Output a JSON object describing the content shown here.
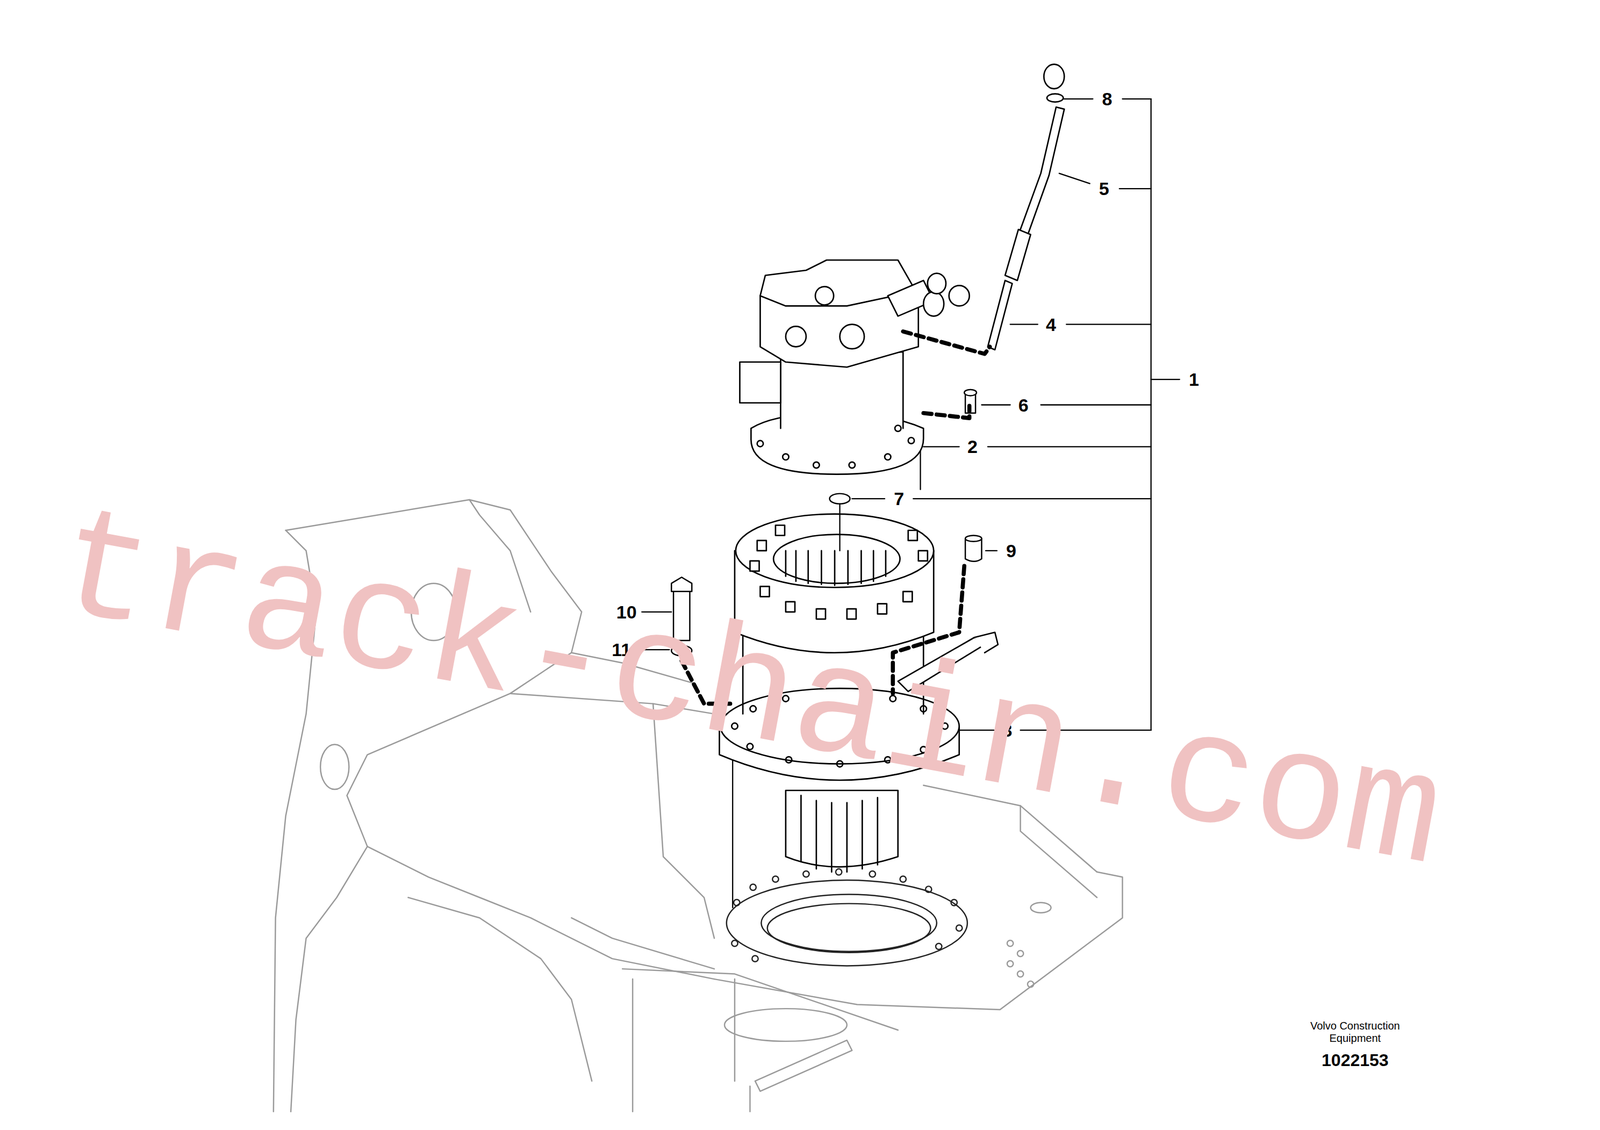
{
  "diagram": {
    "labels": [
      "8",
      "5",
      "4",
      "1",
      "6",
      "2",
      "7",
      "9",
      "10",
      "11",
      "3",
      "track-chain.com",
      "Volvo Construction Equipment",
      "1022153"
    ]
  }
}
